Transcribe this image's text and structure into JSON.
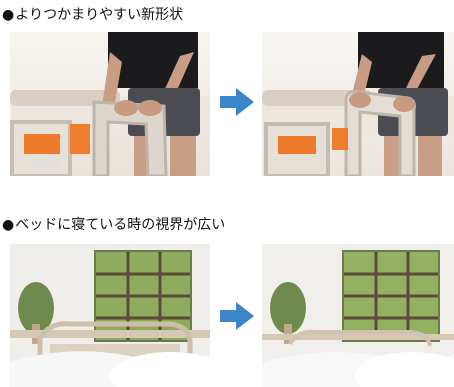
{
  "sections": [
    {
      "id": "shape",
      "title": "よりつかまりやすい新形状",
      "bullet": "●",
      "before_photo_icon": "photo-bed-rail-old-icon",
      "after_photo_icon": "photo-bed-rail-new-icon",
      "arrow_icon": "right-arrow-icon"
    },
    {
      "id": "view",
      "title": "ベッドに寝ている時の視界が広い",
      "bullet": "●",
      "before_photo_icon": "photo-bed-view-old-icon",
      "after_photo_icon": "photo-bed-view-new-icon",
      "arrow_icon": "right-arrow-icon"
    }
  ],
  "colors": {
    "arrow": "#3b86c8",
    "text": "#111111",
    "background": "#ffffff"
  }
}
